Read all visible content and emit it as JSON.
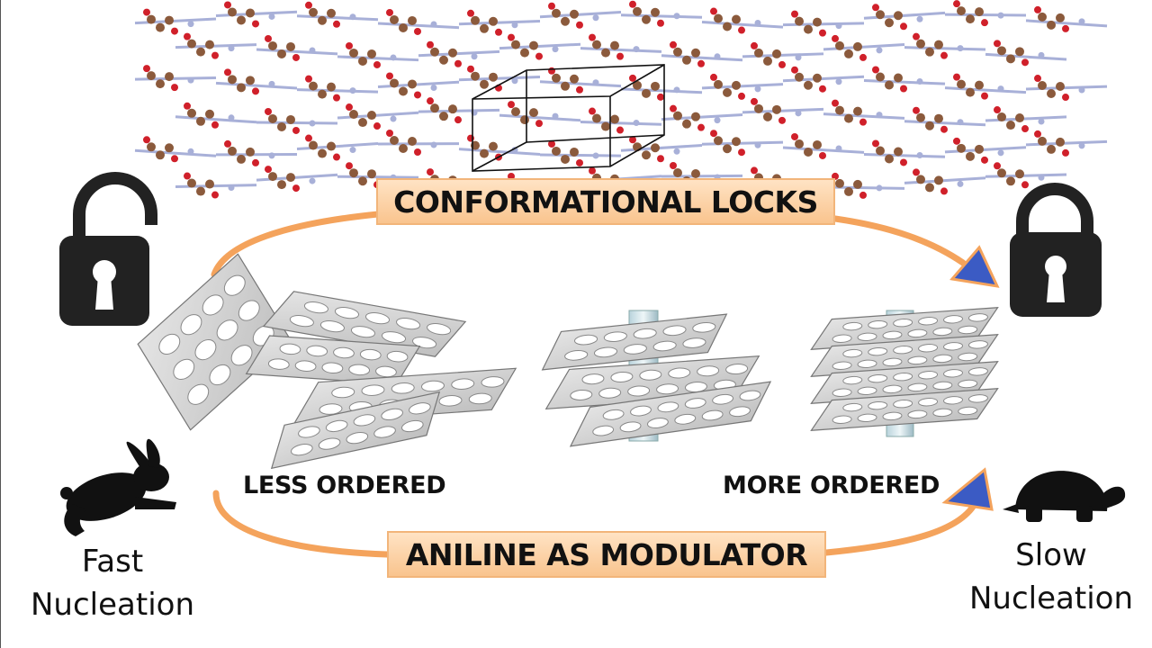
{
  "banners": {
    "top": "CONFORMATIONAL LOCKS",
    "bottom": "ANILINE AS MODULATOR"
  },
  "order_labels": {
    "left": "LESS ORDERED",
    "right": "MORE ORDERED"
  },
  "nucleation": {
    "fast_line1": "Fast",
    "fast_line2": "Nucleation",
    "slow_line1": "Slow",
    "slow_line2": "Nucleation"
  },
  "colors": {
    "arrow": "#f4a35c",
    "arrowhead": "#3b5bc4",
    "banner_fill": "#fbd3a8",
    "lock": "#222222",
    "atom_carbon": "#8b5a3c",
    "atom_oxygen": "#d0202a",
    "atom_nitrogen": "#a8b0d8"
  },
  "icons": {
    "open_lock": "open-padlock-icon",
    "closed_lock": "closed-padlock-icon",
    "rabbit": "rabbit-icon",
    "turtle": "turtle-icon"
  }
}
